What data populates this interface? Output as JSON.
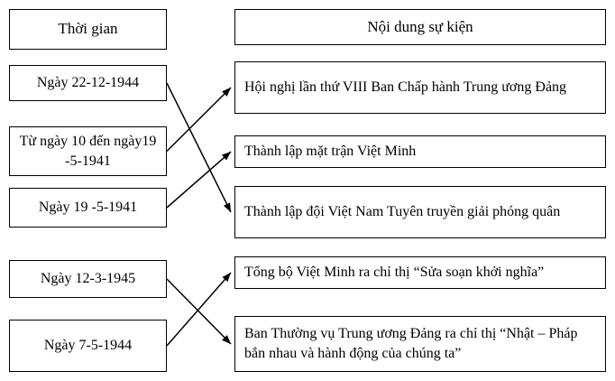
{
  "header": {
    "time": "Thời gian",
    "content": "Nội dung sự kiện"
  },
  "time_items": [
    {
      "label": "Ngày 22-12-1944"
    },
    {
      "label": "Từ ngày 10 đến ngày19 -5-1941"
    },
    {
      "label": "Ngày 19 -5-1941"
    },
    {
      "label": "Ngày 12-3-1945"
    },
    {
      "label": "Ngày 7-5-1944"
    }
  ],
  "event_items": [
    {
      "label": "Hội nghị lần thứ VIII Ban Chấp hành Trung ương Đảng"
    },
    {
      "label": "Thành lập mặt trận Việt Minh"
    },
    {
      "label": "Thành lập đội Việt Nam Tuyên truyền giải phóng quân"
    },
    {
      "label": "Tổng bộ Việt Minh ra chỉ thị “Sửa soạn khởi nghĩa”"
    },
    {
      "label": "Ban Thường vụ Trung ương Đảng ra chỉ thị “Nhật – Pháp bắn nhau và hành động của chúng ta”"
    }
  ],
  "connections": [
    {
      "from": 0,
      "to": 2
    },
    {
      "from": 1,
      "to": 0
    },
    {
      "from": 2,
      "to": 1
    },
    {
      "from": 3,
      "to": 4
    },
    {
      "from": 4,
      "to": 3
    }
  ],
  "colors": {
    "background": "#ffffff",
    "border": "#000000",
    "arrow": "#000000",
    "text": "#000000"
  }
}
